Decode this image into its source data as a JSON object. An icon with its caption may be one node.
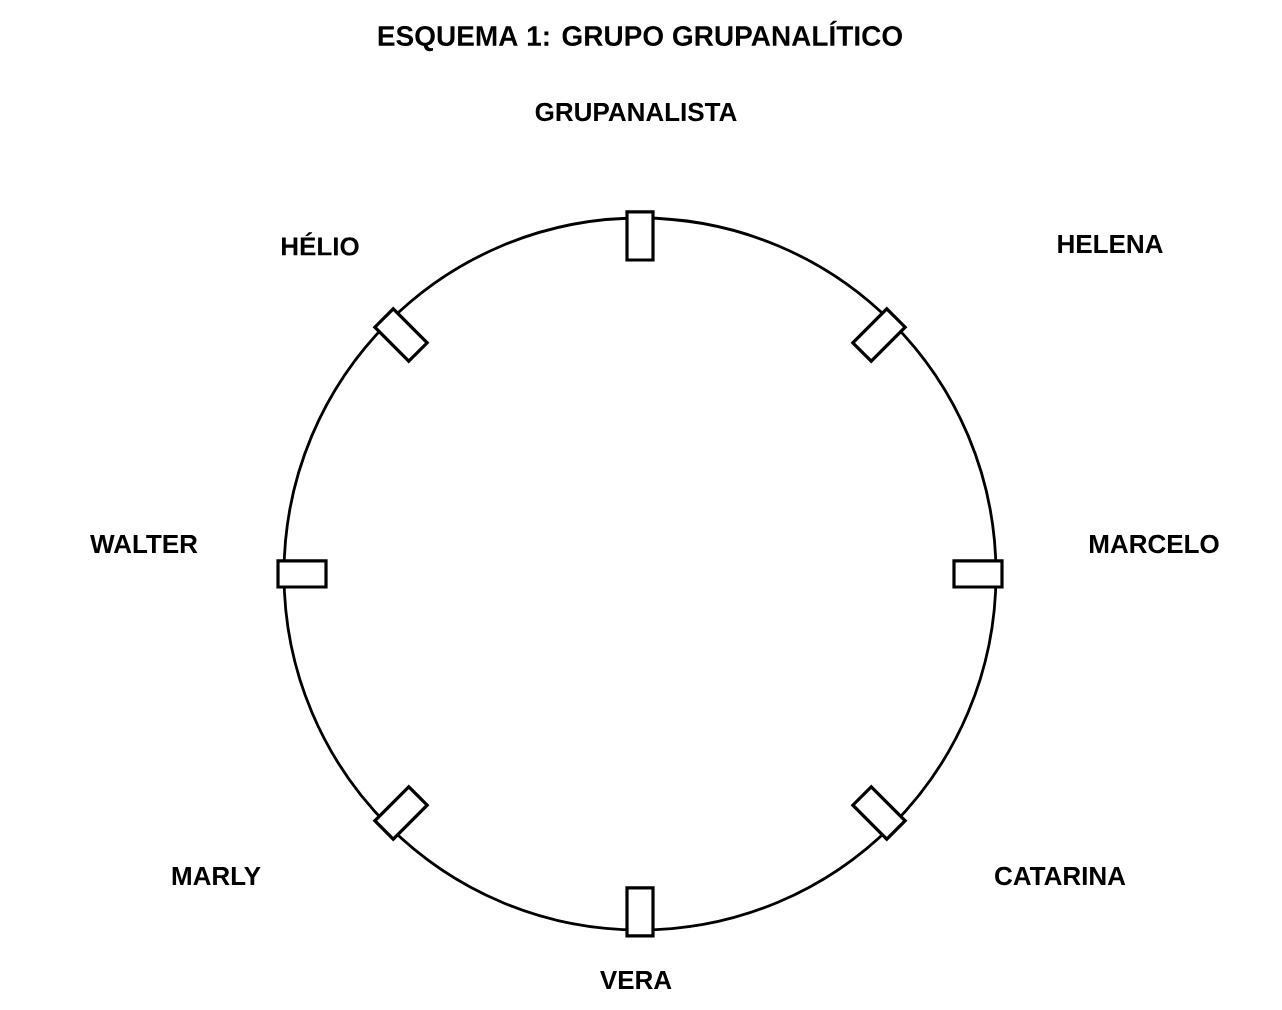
{
  "diagram": {
    "title": "ESQUEMA 1: GRUPO GRUPANALÍTICO",
    "labels": [
      "GRUPANALISTA",
      "HÉLIO",
      "HELENA",
      "WALTER",
      "MARCELO",
      "MARLY",
      "CATARINA",
      "VERA"
    ]
  }
}
